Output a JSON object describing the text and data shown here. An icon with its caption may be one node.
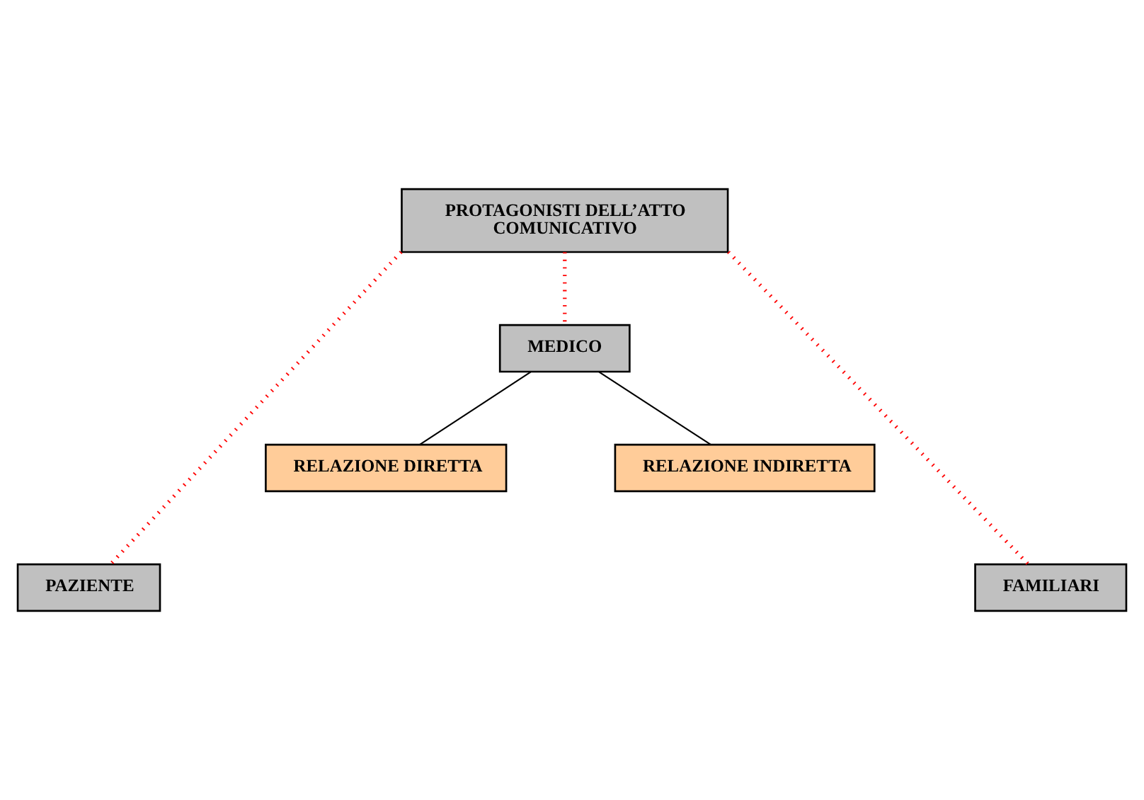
{
  "diagram": {
    "nodes": [
      {
        "text": [
          "PROTAGONISTI DELL’ATTO COMUNICATIVO"
        ]
      },
      {
        "text": [
          "MEDICO"
        ]
      },
      {
        "text": [
          "RELAZIONE DIRETTA"
        ]
      },
      {
        "text": [
          "RELAZIONE INDIRETTA"
        ]
      },
      {
        "text": [
          "PAZIENTE"
        ]
      },
      {
        "text": [
          "FAMILIARI"
        ]
      }
    ],
    "edges": [
      {
        "from": 0,
        "to": 4,
        "arrow": "none",
        "style": "dashed",
        "color": "#ff0000"
      },
      {
        "from": 0,
        "to": 1,
        "arrow": "none",
        "style": "dashed",
        "color": "#ff0000"
      },
      {
        "from": 0,
        "to": 5,
        "arrow": "none",
        "style": "dashed",
        "color": "#ff0000"
      },
      {
        "from": 1,
        "to": 2,
        "arrow": "none",
        "color": "#000000"
      },
      {
        "from": 1,
        "to": 3,
        "arrow": "none",
        "color": "#000000"
      }
    ]
  }
}
